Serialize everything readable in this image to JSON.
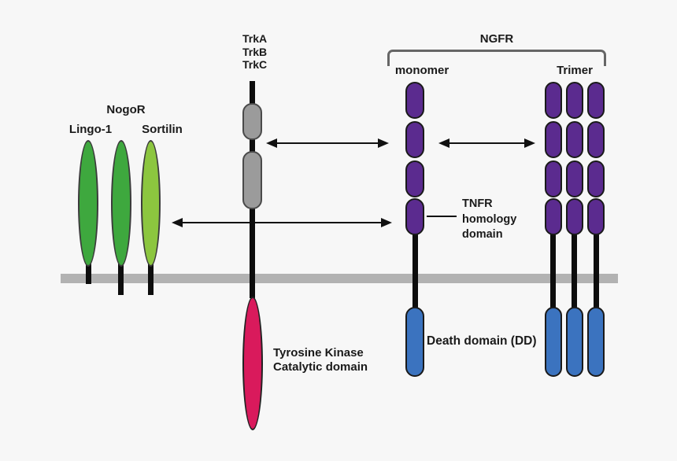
{
  "colors": {
    "background": "#f7f7f7",
    "membrane_gray": "#b2b2b2",
    "green_dark": "#3ea83e",
    "green_light": "#8cc63f",
    "gray_domain": "#9b9b9b",
    "pink_kinase": "#d91a5c",
    "purple_tnfr": "#5b2b8f",
    "blue_death": "#3b73bf",
    "bracket_gray": "#666666",
    "arrow_black": "#111111"
  },
  "nogor": {
    "group_label": "NogoR",
    "lingo_label": "Lingo-1",
    "sortilin_label": "Sortilin"
  },
  "trk": {
    "receptor_labels": [
      "TrkA",
      "TrkB",
      "TrkC"
    ],
    "kinase_label": [
      "Tyrosine Kinase",
      "Catalytic domain"
    ]
  },
  "ngfr": {
    "group_label": "NGFR",
    "monomer_label": "monomer",
    "trimer_label": "Trimer",
    "tnfr_domain_label": [
      "TNFR",
      "homology",
      "domain"
    ],
    "death_domain_label": "Death domain (DD)"
  }
}
